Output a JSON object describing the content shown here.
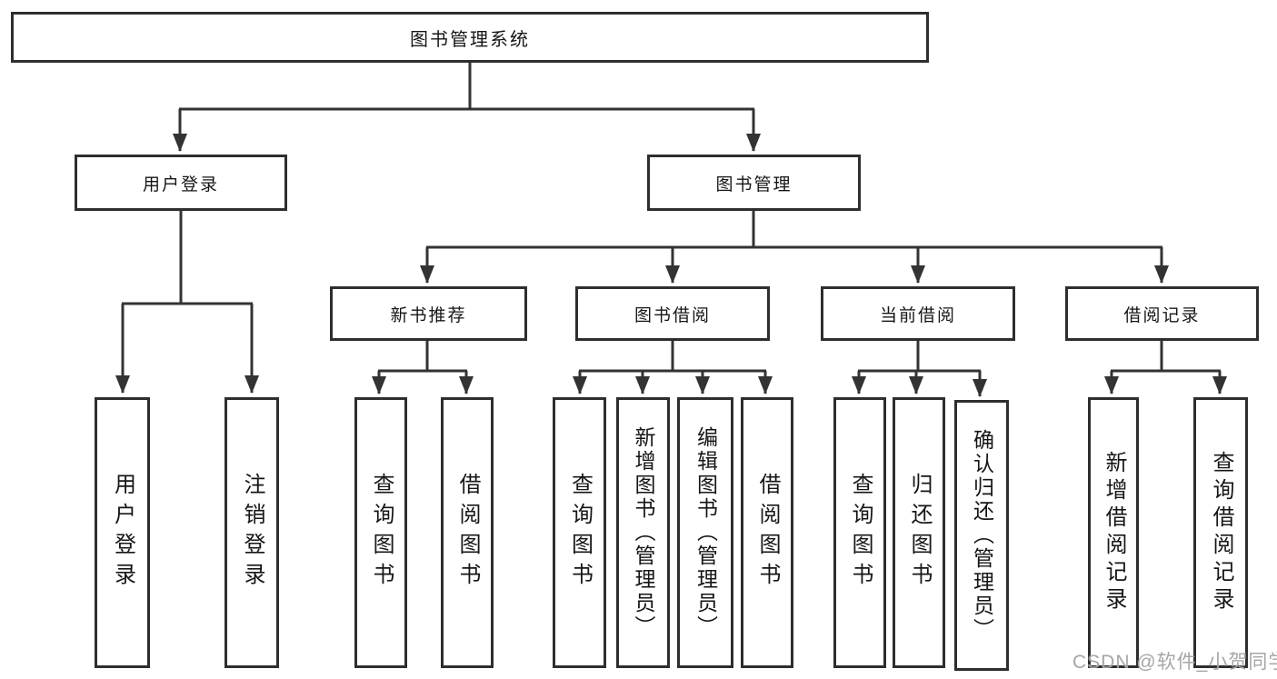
{
  "diagram": {
    "tree": {
      "root": {
        "label": "图书管理系统"
      },
      "branches": [
        {
          "label": "用户登录",
          "children": [
            {
              "label": "用户登录"
            },
            {
              "label": "注销登录"
            }
          ]
        },
        {
          "label": "图书管理",
          "sections": [
            {
              "label": "新书推荐",
              "children": [
                {
                  "label": "查询图书"
                },
                {
                  "label": "借阅图书"
                }
              ]
            },
            {
              "label": "图书借阅",
              "children": [
                {
                  "label": "查询图书"
                },
                {
                  "label": "新增图书（管理员）"
                },
                {
                  "label": "编辑图书（管理员）"
                },
                {
                  "label": "借阅图书"
                }
              ]
            },
            {
              "label": "当前借阅",
              "children": [
                {
                  "label": "查询图书"
                },
                {
                  "label": "归还图书"
                },
                {
                  "label": "确认归还（管理员）"
                }
              ]
            },
            {
              "label": "借阅记录",
              "children": [
                {
                  "label": "新增借阅记录"
                },
                {
                  "label": "查询借阅记录"
                }
              ]
            }
          ]
        }
      ]
    },
    "colors": {
      "line": "#333333",
      "box_border": "#2e2e2e",
      "box_fill": "#ffffff",
      "text": "#161616",
      "watermark": "#9e9e9e"
    }
  },
  "watermark": {
    "text": "CSDN @软件_小贺同学"
  }
}
